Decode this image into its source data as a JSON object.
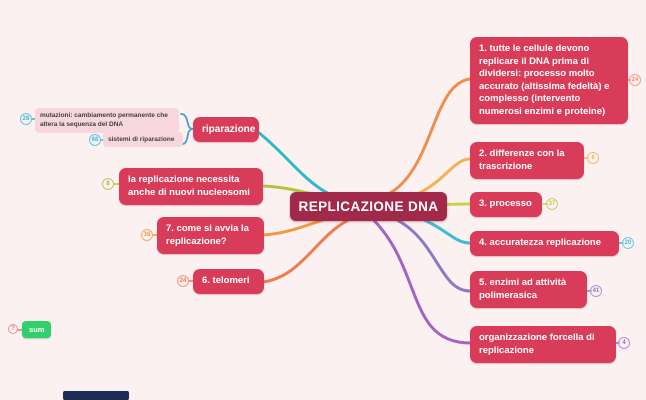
{
  "background": "#fbf1f1",
  "center": {
    "label": "REPLICAZIONE DNA",
    "color": "#a12a4b"
  },
  "nodes": {
    "n1": {
      "label": "1. tutte le cellule devono replicare il DNA prima di dividersi: processo molto accurato (altissima fedeltà) e complesso (intervento numerosi enzimi e proteine)",
      "badge": "24",
      "color": "#ef8d4d"
    },
    "n2": {
      "label": "2. differenze con la trascrizione",
      "badge": "6",
      "color": "#f2b254"
    },
    "n3": {
      "label": "3. processo",
      "badge": "37",
      "color": "#c9d04a"
    },
    "n4": {
      "label": "4. accuratezza replicazione",
      "badge": "20",
      "color": "#3cbdd6"
    },
    "n5": {
      "label": "5. enzimi ad attività polimerasica",
      "badge": "41",
      "color": "#8a7ac5"
    },
    "n6": {
      "label": "organizzazione forcella di replicazione",
      "badge": "4",
      "color": "#a263c6"
    },
    "riparazione": {
      "label": "riparazione",
      "color": "#2eb9c9"
    },
    "mutazioni": {
      "label": "mutazioni: cambiamento permanente che altera la sequenza del DNA",
      "badge": "28",
      "color": "#35b8d9"
    },
    "sistemi": {
      "label": "sistemi di riparazione",
      "badge": "68",
      "color": "#35b8d9"
    },
    "nucleosomi": {
      "label": "la replicazione necessita anche di nuovi nucleosomi",
      "badge": "8",
      "color": "#b3c43c"
    },
    "avvia": {
      "label": "7. come si avvia la replicazione?",
      "badge": "36",
      "color": "#f09a40"
    },
    "telomeri": {
      "label": "6. telomeri",
      "badge": "24",
      "color": "#ef7b4f"
    }
  },
  "controls": {
    "sum_label": "sum",
    "sum_badge": "?",
    "sum_color": "#32d06d"
  }
}
